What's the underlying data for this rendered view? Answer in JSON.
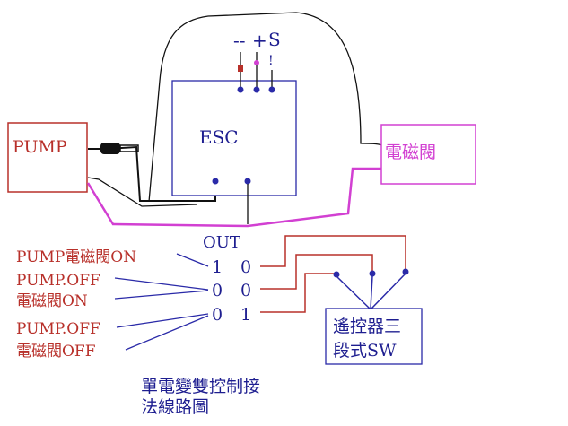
{
  "colors": {
    "black": "#111111",
    "blue": "#2a2aa8",
    "red": "#b8302a",
    "magenta": "#d240d2",
    "navy": "#1e1e90"
  },
  "esc": {
    "label": "ESC",
    "pin_minus": "--",
    "pin_plus": "+",
    "pin_signal": "S",
    "tick": "!"
  },
  "pump": {
    "label": "PUMP"
  },
  "valve": {
    "label": "電磁閥"
  },
  "out_label": "OUT",
  "modes": [
    {
      "label_1": "PUMP電磁閥ON",
      "label_2": "",
      "code_a": "1",
      "code_b": "0"
    },
    {
      "label_1": "PUMP.OFF",
      "label_2": "電磁閥ON",
      "code_a": "0",
      "code_b": "0"
    },
    {
      "label_1": "PUMP.OFF",
      "label_2": "電磁閥OFF",
      "code_a": "0",
      "code_b": "1"
    }
  ],
  "switch": {
    "line_1": "遙控器三",
    "line_2": "段式SW"
  },
  "caption": {
    "line_1": "單電變雙控制接",
    "line_2": "法線路圖"
  }
}
